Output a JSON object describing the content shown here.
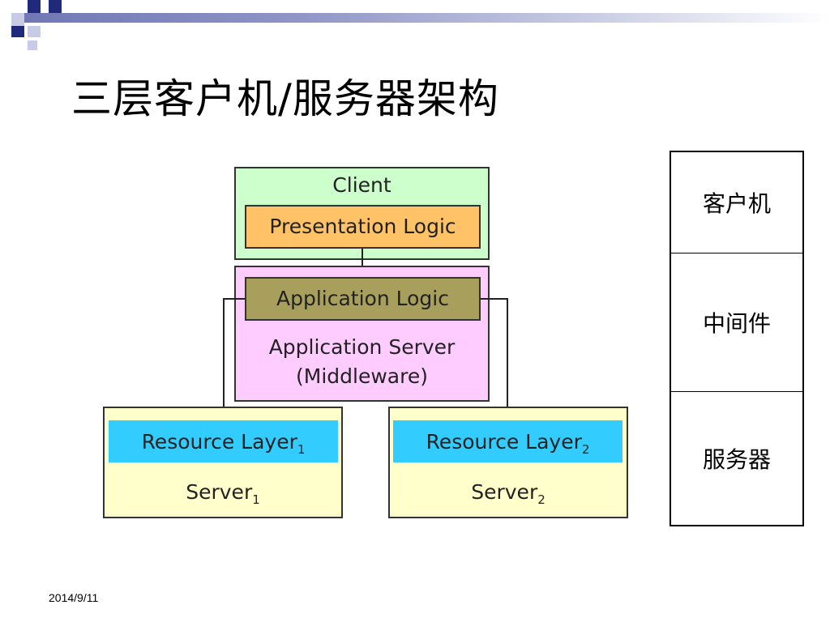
{
  "slide": {
    "title": "三层客户机/服务器架构",
    "date": "2014/9/11"
  },
  "diagram": {
    "client": {
      "label": "Client",
      "inner_label": "Presentation Logic"
    },
    "app_server": {
      "inner_label": "Application Logic",
      "label_line1": "Application Server",
      "label_line2": "(Middleware)"
    },
    "resource_1": {
      "layer_label": "Resource Layer",
      "layer_sub": "1",
      "server_label": "Server",
      "server_sub": "1"
    },
    "resource_2": {
      "layer_label": "Resource Layer",
      "layer_sub": "2",
      "server_label": "Server",
      "server_sub": "2"
    },
    "colors": {
      "client_bg": "#ccffcc",
      "presentation_bg": "#ffc266",
      "app_server_bg": "#ffccff",
      "app_logic_bg": "#a89f5c",
      "resource_bg": "#ffffcc",
      "resource_layer_bg": "#33ccff"
    }
  },
  "side_table": {
    "rows": [
      "客户机",
      "中间件",
      "服务器"
    ]
  }
}
